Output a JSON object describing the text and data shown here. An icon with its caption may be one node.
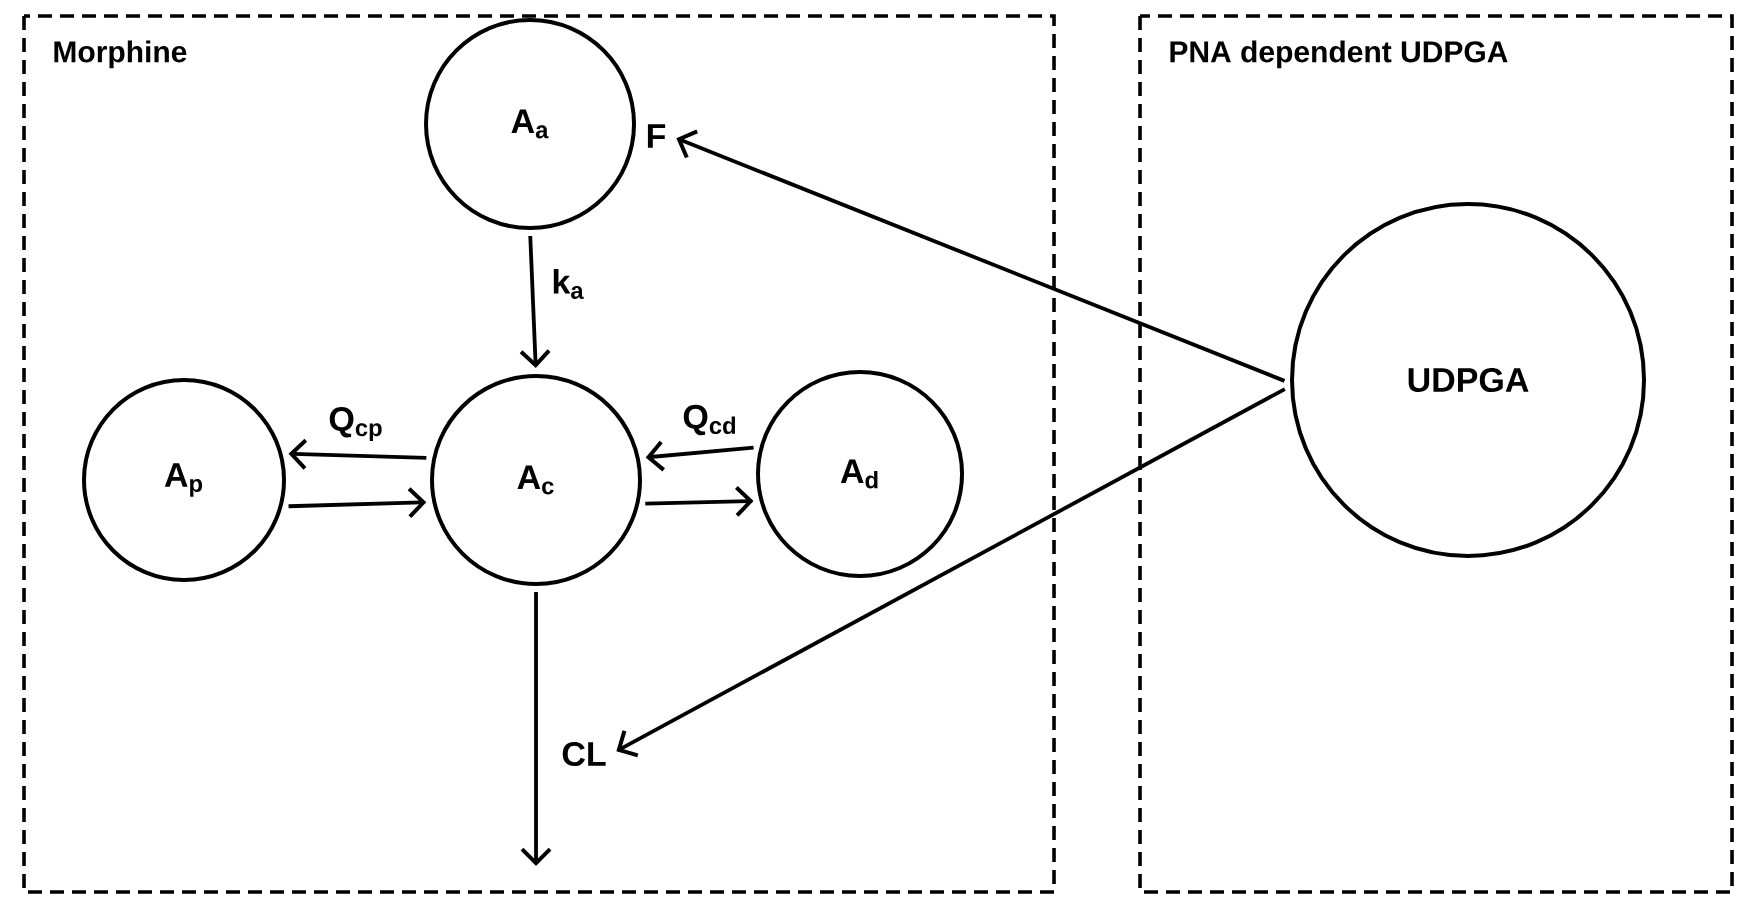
{
  "diagram": {
    "nodes": [
      {
        "text": [
          "Morphine"
        ]
      },
      {
        "text": [
          "PNA dependent UDPGA"
        ]
      },
      {
        "text": [
          "A$_{a}$"
        ],
        "in": 0
      },
      {
        "text": [
          "A$_{p}$"
        ],
        "in": 0
      },
      {
        "text": [
          "A$_{c}$"
        ],
        "in": 0
      },
      {
        "text": [
          "A$_{d}$"
        ],
        "in": 0
      },
      {
        "text": [
          "F"
        ],
        "in": 0
      },
      {
        "text": [
          "CL"
        ],
        "in": 0
      },
      {
        "text": [
          "UDPGA"
        ],
        "in": 1
      }
    ],
    "edges": [
      {
        "from": 2,
        "to": 4,
        "arrow": "to",
        "label": "k$_{a}$"
      },
      {
        "from": 4,
        "to": 3,
        "arrow": "to",
        "label": "Q$_{cp}$"
      },
      {
        "from": 3,
        "to": 4,
        "arrow": "to"
      },
      {
        "from": 5,
        "to": 4,
        "arrow": "to",
        "label": "Q$_{cd}$"
      },
      {
        "from": 4,
        "to": 5,
        "arrow": "to"
      },
      {
        "from": 4,
        "to": null,
        "arrow": "to"
      },
      {
        "from": 8,
        "to": 6,
        "arrow": "to"
      },
      {
        "from": 8,
        "to": 7,
        "arrow": "to"
      }
    ]
  }
}
